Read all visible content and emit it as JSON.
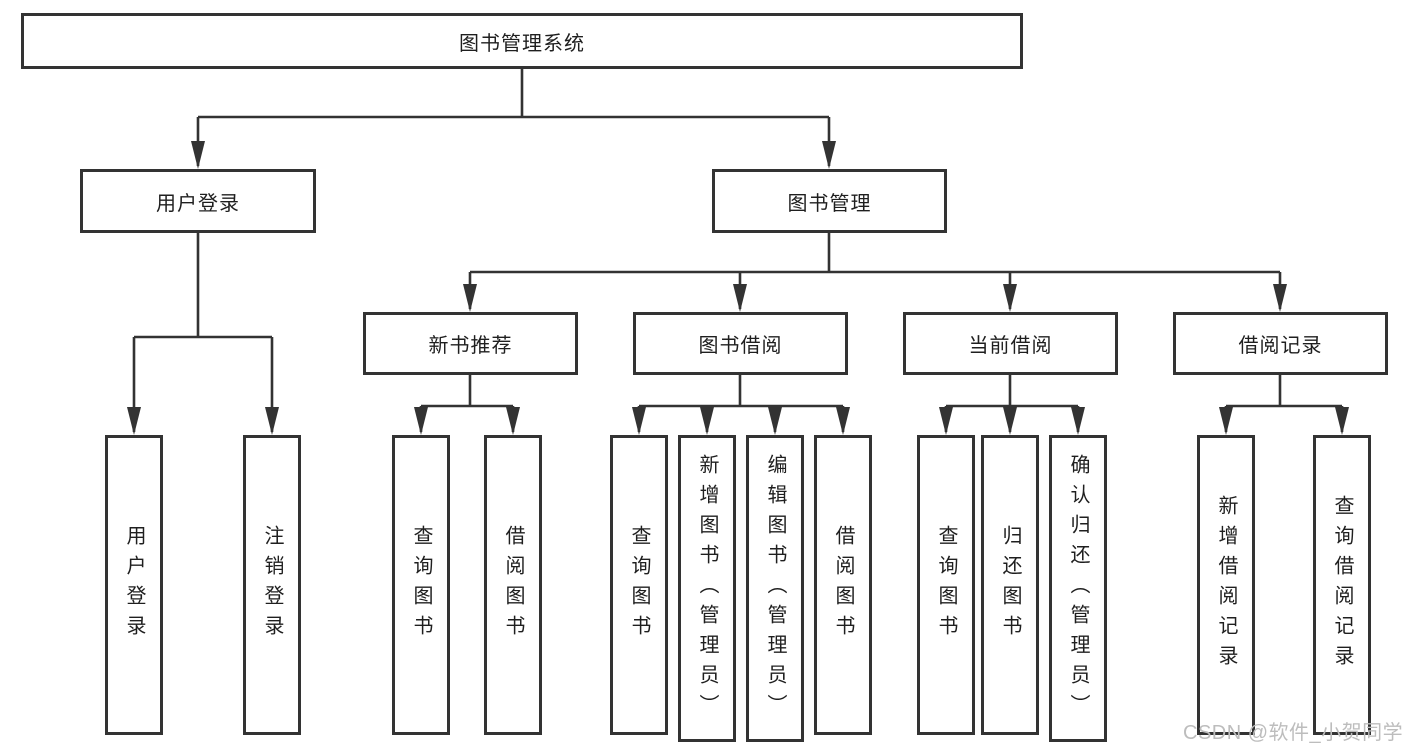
{
  "watermark": {
    "text": "CSDN @软件_小贺同学"
  },
  "colors": {
    "line": "#333333",
    "box_border": "#333333",
    "text": "#1f1f1f",
    "watermark": "#bdbdbd",
    "background": "#ffffff"
  },
  "tree": {
    "label": "图书管理系统",
    "children": [
      {
        "label": "用户登录",
        "children": [
          {
            "label": "用户登录"
          },
          {
            "label": "注销登录"
          }
        ]
      },
      {
        "label": "图书管理",
        "children": [
          {
            "label": "新书推荐",
            "children": [
              {
                "label": "查询图书"
              },
              {
                "label": "借阅图书"
              }
            ]
          },
          {
            "label": "图书借阅",
            "children": [
              {
                "label": "查询图书"
              },
              {
                "label": "新增图书（管理员）"
              },
              {
                "label": "编辑图书（管理员）"
              },
              {
                "label": "借阅图书"
              }
            ]
          },
          {
            "label": "当前借阅",
            "children": [
              {
                "label": "查询图书"
              },
              {
                "label": "归还图书"
              },
              {
                "label": "确认归还（管理员）"
              }
            ]
          },
          {
            "label": "借阅记录",
            "children": [
              {
                "label": "新增借阅记录"
              },
              {
                "label": "查询借阅记录"
              }
            ]
          }
        ]
      }
    ]
  }
}
